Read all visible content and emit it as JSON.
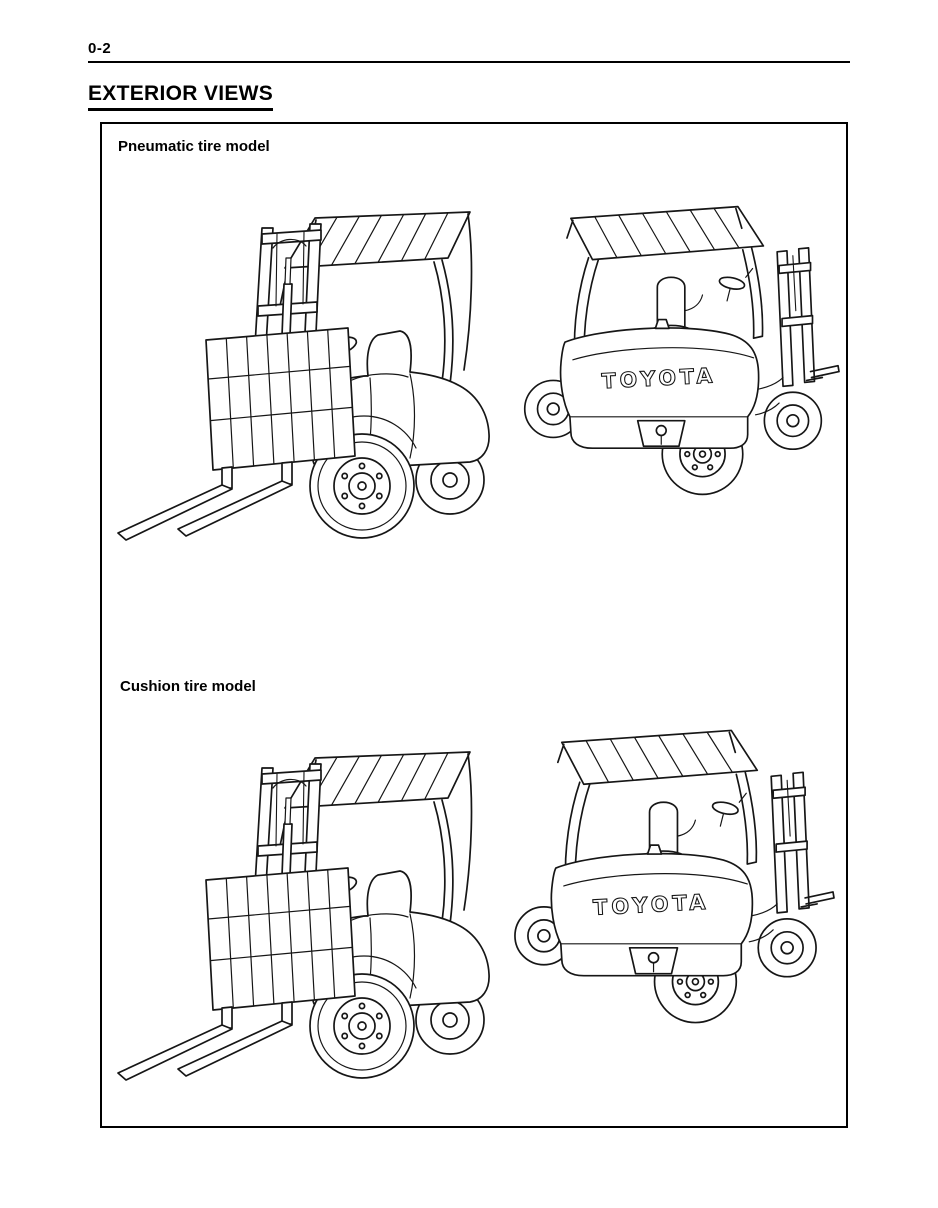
{
  "page": {
    "number": "0-2",
    "title": "EXTERIOR VIEWS"
  },
  "panel": {
    "sections": [
      {
        "label": "Pneumatic tire model"
      },
      {
        "label": "Cushion tire model"
      }
    ],
    "brand_text": "TOYOTA"
  },
  "colors": {
    "ink": "#161616",
    "paper": "#ffffff"
  }
}
